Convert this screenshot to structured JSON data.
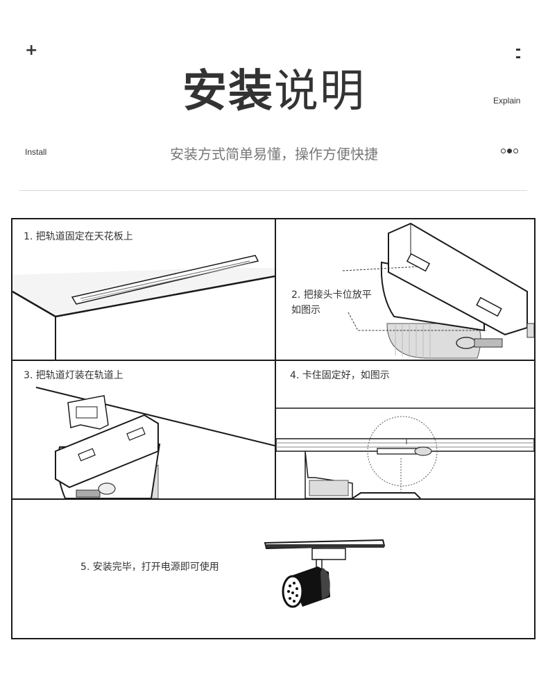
{
  "header": {
    "title_bold": "安装",
    "title_light": "说明",
    "explain_label": "Explain",
    "install_label": "Install",
    "subtitle": "安装方式简单易懂，操作方便快捷",
    "pagination_dots": 3,
    "active_dot": 2
  },
  "steps": [
    {
      "caption": "1. 把轨道固定在天花板上"
    },
    {
      "caption": "2. 把接头卡位放平\n   如图示"
    },
    {
      "caption": "3. 把轨道灯装在轨道上"
    },
    {
      "caption": "4. 卡住固定好，如图示"
    },
    {
      "caption": "5. 安装完毕，打开电源即可使用"
    }
  ],
  "icons": [
    "plus-icon",
    "corner-mark-icon",
    "pagination-dots-icon"
  ],
  "colors": {
    "text": "#333333",
    "subtitle": "#777777",
    "border": "#1a1a1a",
    "divider": "#d8d8d8"
  }
}
